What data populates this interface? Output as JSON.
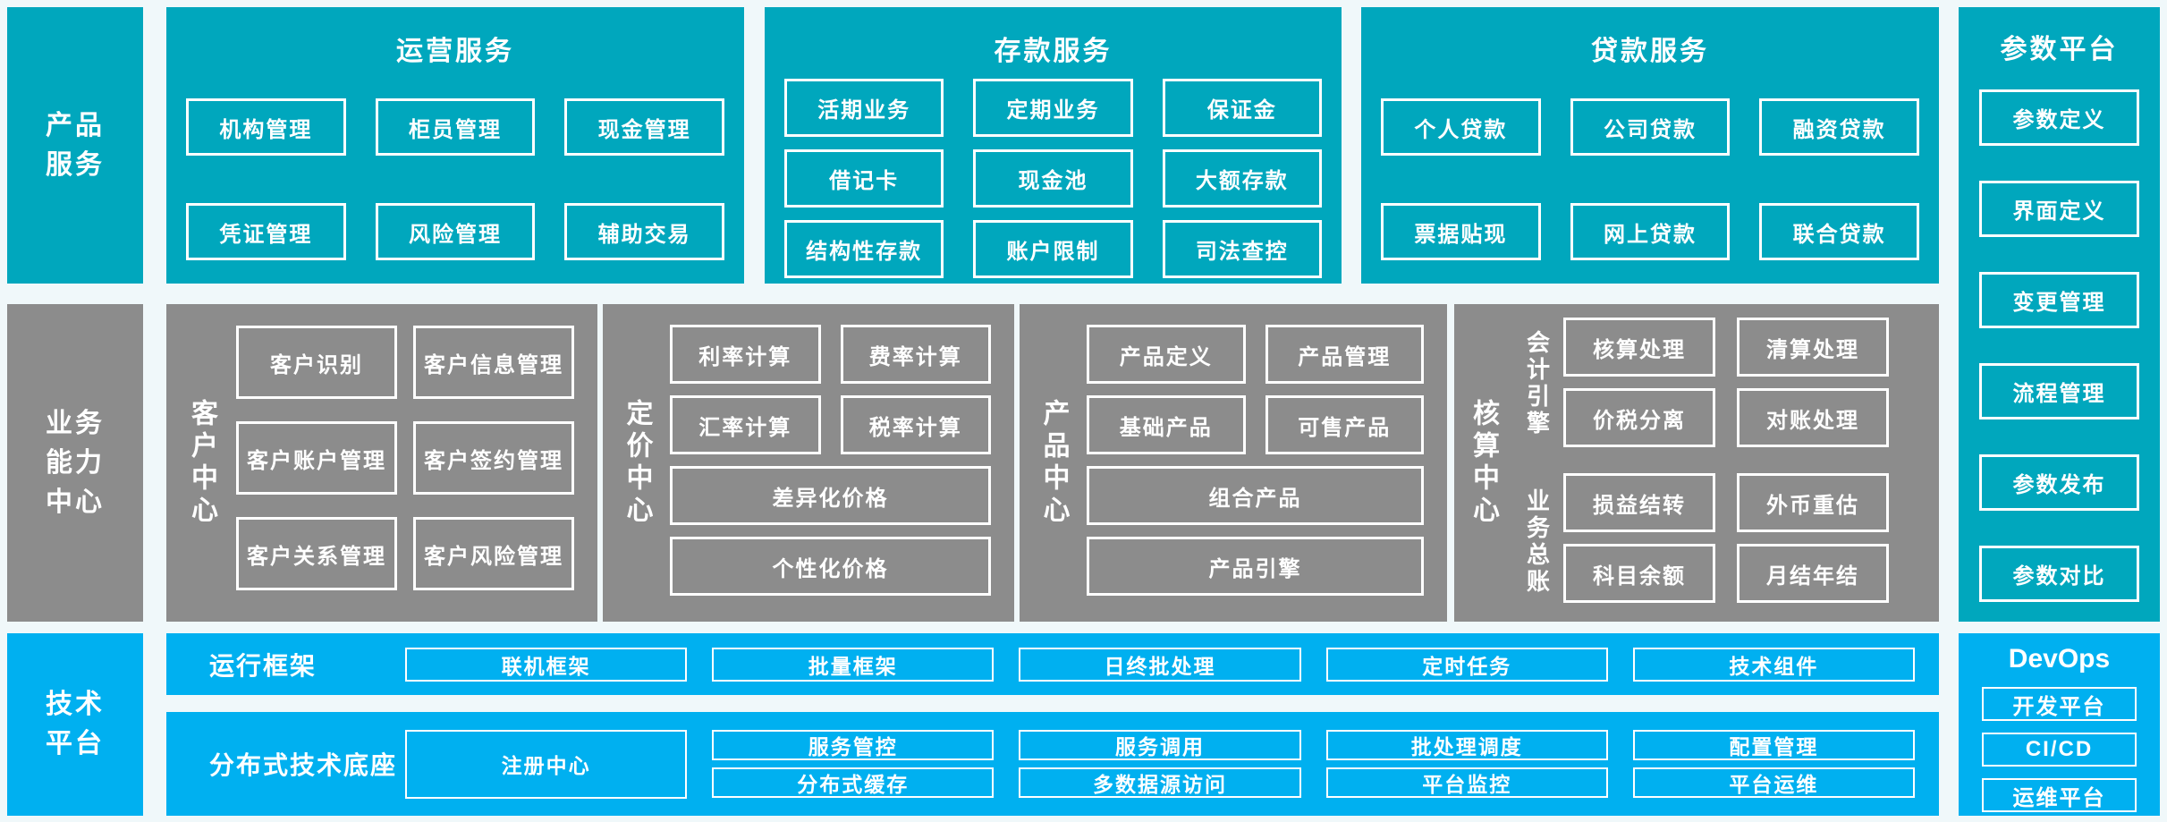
{
  "palette": {
    "teal": "#00a7bd",
    "bright_blue": "#00b0f0",
    "gray": "#8c8c8c",
    "background": "#f0f8fa",
    "text": "#ffffff"
  },
  "sidebars": {
    "product": {
      "lines": [
        "产品",
        "服务"
      ]
    },
    "business": {
      "lines": [
        "业务",
        "能力",
        "中心"
      ]
    },
    "tech": {
      "lines": [
        "技术",
        "平台"
      ]
    }
  },
  "operations": {
    "title": "运营服务",
    "items": [
      "机构管理",
      "柜员管理",
      "现金管理",
      "凭证管理",
      "风险管理",
      "辅助交易"
    ]
  },
  "deposit": {
    "title": "存款服务",
    "items": [
      "活期业务",
      "定期业务",
      "保证金",
      "借记卡",
      "现金池",
      "大额存款",
      "结构性存款",
      "账户限制",
      "司法查控"
    ]
  },
  "loan": {
    "title": "贷款服务",
    "items": [
      "个人贷款",
      "公司贷款",
      "融资贷款",
      "票据贴现",
      "网上贷款",
      "联合贷款"
    ]
  },
  "parameter": {
    "title": "参数平台",
    "items": [
      "参数定义",
      "界面定义",
      "变更管理",
      "流程管理",
      "参数发布",
      "参数对比"
    ]
  },
  "customer": {
    "label": "客户中心",
    "items": [
      "客户识别",
      "客户信息管理",
      "客户账户管理",
      "客户签约管理",
      "客户关系管理",
      "客户风险管理"
    ]
  },
  "pricing": {
    "label": "定价中心",
    "items": [
      "利率计算",
      "费率计算",
      "汇率计算",
      "税率计算"
    ],
    "wide": [
      "差异化价格",
      "个性化价格"
    ]
  },
  "product_center": {
    "label": "产品中心",
    "items": [
      "产品定义",
      "产品管理",
      "基础产品",
      "可售产品"
    ],
    "wide": [
      "组合产品",
      "产品引擎"
    ]
  },
  "accounting": {
    "label": "核算中心",
    "groups": [
      {
        "label": "会计引擎",
        "items": [
          "核算处理",
          "清算处理",
          "价税分离",
          "对账处理"
        ]
      },
      {
        "label": "业务总账",
        "items": [
          "损益结转",
          "外币重估",
          "科目余额",
          "月结年结"
        ]
      }
    ]
  },
  "runtime": {
    "label": "运行框架",
    "items": [
      "联机框架",
      "批量框架",
      "日终批处理",
      "定时任务",
      "技术组件"
    ]
  },
  "distributed": {
    "label": "分布式技术底座",
    "registry": "注册中心",
    "items": [
      "服务管控",
      "服务调用",
      "批处理调度",
      "配置管理",
      "分布式缓存",
      "多数据源访问",
      "平台监控",
      "平台运维"
    ]
  },
  "devops": {
    "title": "DevOps",
    "items": [
      "开发平台",
      "CI/CD",
      "运维平台"
    ]
  }
}
